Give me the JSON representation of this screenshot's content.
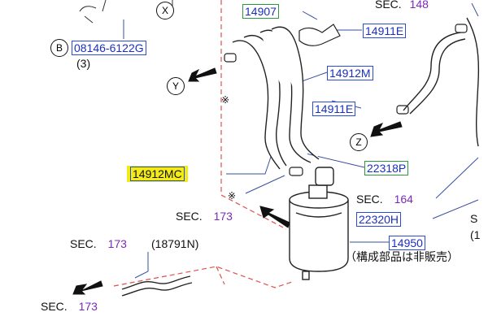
{
  "callouts": {
    "x": "X",
    "b": "B",
    "y": "Y",
    "z": "Z"
  },
  "parts": {
    "p14907": "14907",
    "p14911E_top": "14911E",
    "p14912M": "14912M",
    "p14911E_mid": "14911E",
    "p22318P": "22318P",
    "p14912MC": "14912MC",
    "p22320H": "22320H",
    "p14950": "14950",
    "p08146": "08146-6122G",
    "qty3": "(3)",
    "p18791N": "(18791N)"
  },
  "sections": {
    "sec_label": "SEC.",
    "top_right_num": "148",
    "s164": "164",
    "s173": "173"
  },
  "notes": {
    "not_sold": "（構成部品は非販売）",
    "asterisk": "※",
    "edge_s": "S",
    "edge_paren": "(1"
  },
  "colors": {
    "part_box": "#2a4ad8",
    "part_box_green": "#2a9a3a",
    "part_text": "#1a2fc0",
    "section_num": "#7a2ab8",
    "highlight": "#f3ea1a",
    "dashed_line": "#e05050"
  }
}
